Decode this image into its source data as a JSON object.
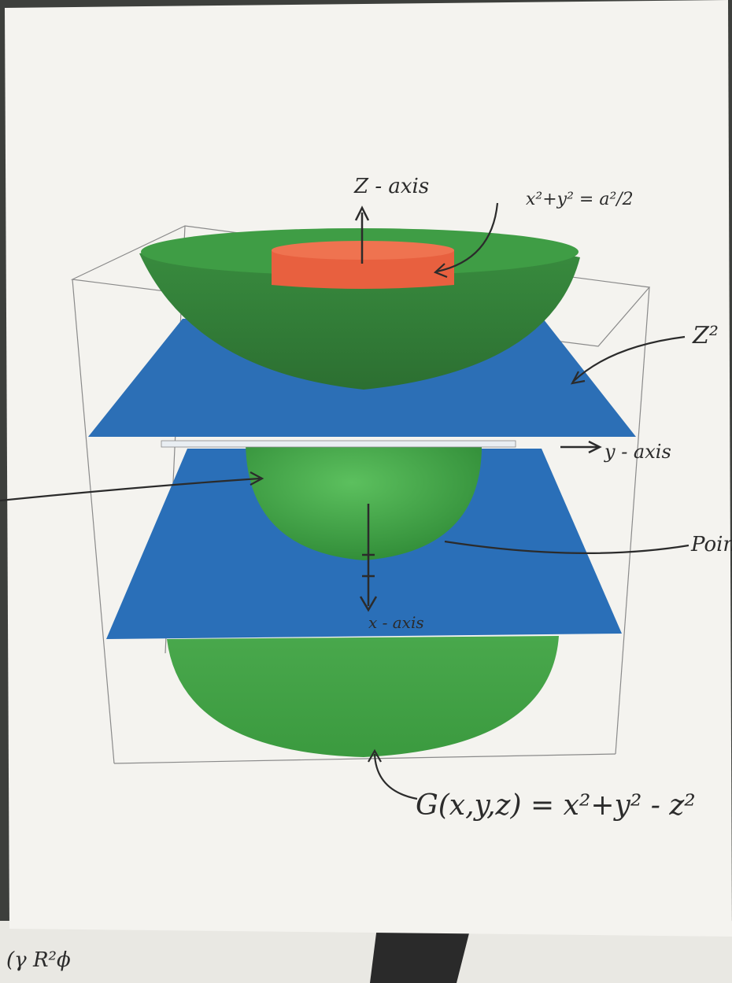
{
  "labels": {
    "z_axis": "Z - axis",
    "cylinder_eq": "x²+y² = a²/2",
    "z2_right": "Z²",
    "y_axis": "y - axis",
    "x_axis": "x - axis",
    "point_label": "Poin",
    "g_equation": "G(x,y,z) = x²+y² - z²",
    "bottom_scribble": "(γ R²ϕ"
  },
  "colors": {
    "paper": "#f4f3ef",
    "cone_green": "#3f9a45",
    "cone_dark": "#2f7a35",
    "sphere_green": "#4aa84d",
    "plane_blue": "#2a6fb8",
    "cylinder_red": "#e8603f",
    "ink": "#2b2b2b",
    "box_line": "#8a8a8a"
  }
}
